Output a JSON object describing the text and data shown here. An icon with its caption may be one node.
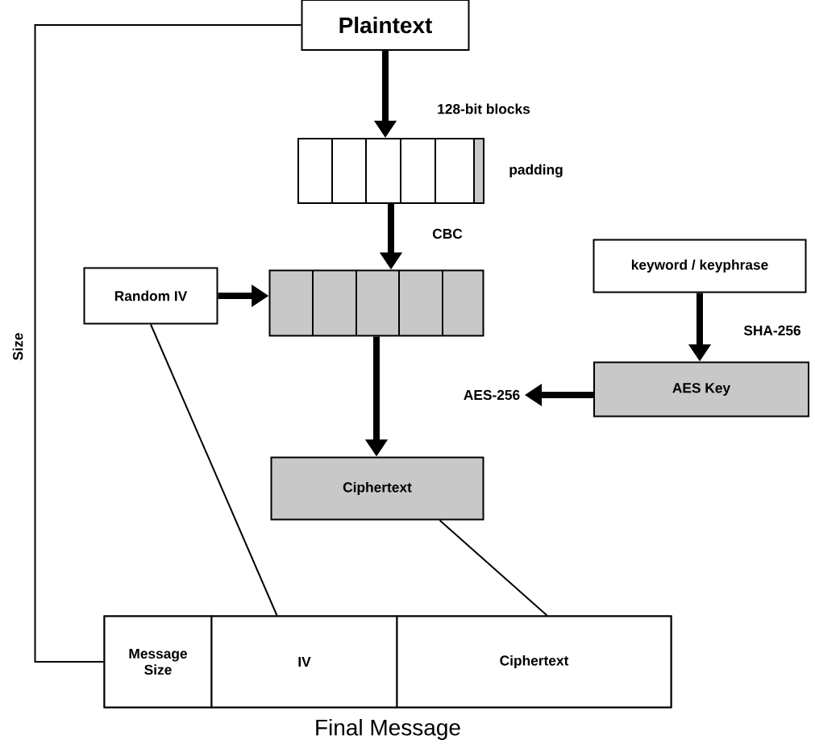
{
  "diagram": {
    "nodes": [
      {
        "text": [
          "Plaintext"
        ]
      },
      {
        "text": [],
        "shape": "box",
        "beside": [
          "padding"
        ]
      },
      {
        "text": [
          "Random IV"
        ]
      },
      {
        "text": [],
        "shape": "box"
      },
      {
        "text": [
          "keyword / keyphrase"
        ]
      },
      {
        "text": [
          "AES-256"
        ]
      },
      {
        "text": [
          "AES Key"
        ]
      },
      {
        "text": [
          "Ciphertext"
        ]
      },
      {
        "text": [
          "Final Message"
        ]
      },
      {
        "text": [
          "Message Size"
        ],
        "in": 8
      },
      {
        "text": [
          "IV"
        ],
        "in": 8
      },
      {
        "text": [
          "Ciphertext"
        ],
        "in": 8
      }
    ],
    "edges": [
      {
        "from": 0,
        "to": 1,
        "arrow": "to",
        "label": "128-bit blocks"
      },
      {
        "from": 1,
        "to": 3,
        "arrow": "to",
        "label": "CBC"
      },
      {
        "from": 2,
        "to": 3,
        "arrow": "to"
      },
      {
        "from": 4,
        "to": 6,
        "arrow": "to",
        "label": "SHA-256"
      },
      {
        "from": 6,
        "to": 5,
        "arrow": "to"
      },
      {
        "from": 3,
        "to": 7,
        "arrow": "to"
      },
      {
        "from": 2,
        "to": 10,
        "arrow": "none"
      },
      {
        "from": 7,
        "to": 11,
        "arrow": "none"
      },
      {
        "from": 0,
        "to": 9,
        "arrow": "none",
        "label": "Size"
      }
    ]
  }
}
